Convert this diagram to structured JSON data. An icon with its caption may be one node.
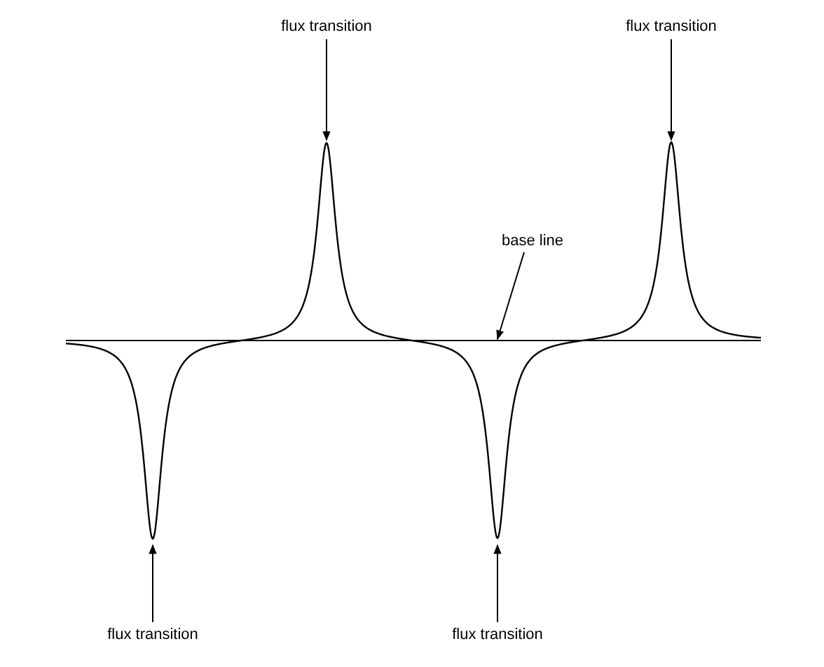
{
  "diagram": {
    "nodes": [
      {
        "text": [
          "flux transition"
        ]
      },
      {
        "text": [
          "flux transition"
        ]
      },
      {
        "text": [
          "base line"
        ]
      },
      {
        "text": [
          "flux transition"
        ]
      },
      {
        "text": [
          "flux transition"
        ]
      }
    ],
    "edges": [
      {
        "from": 0,
        "to": null,
        "arrow": "to"
      },
      {
        "from": 1,
        "to": null,
        "arrow": "to"
      },
      {
        "from": 2,
        "to": null,
        "arrow": "to"
      },
      {
        "from": 3,
        "to": null,
        "arrow": "to"
      },
      {
        "from": 4,
        "to": null,
        "arrow": "to"
      }
    ]
  }
}
